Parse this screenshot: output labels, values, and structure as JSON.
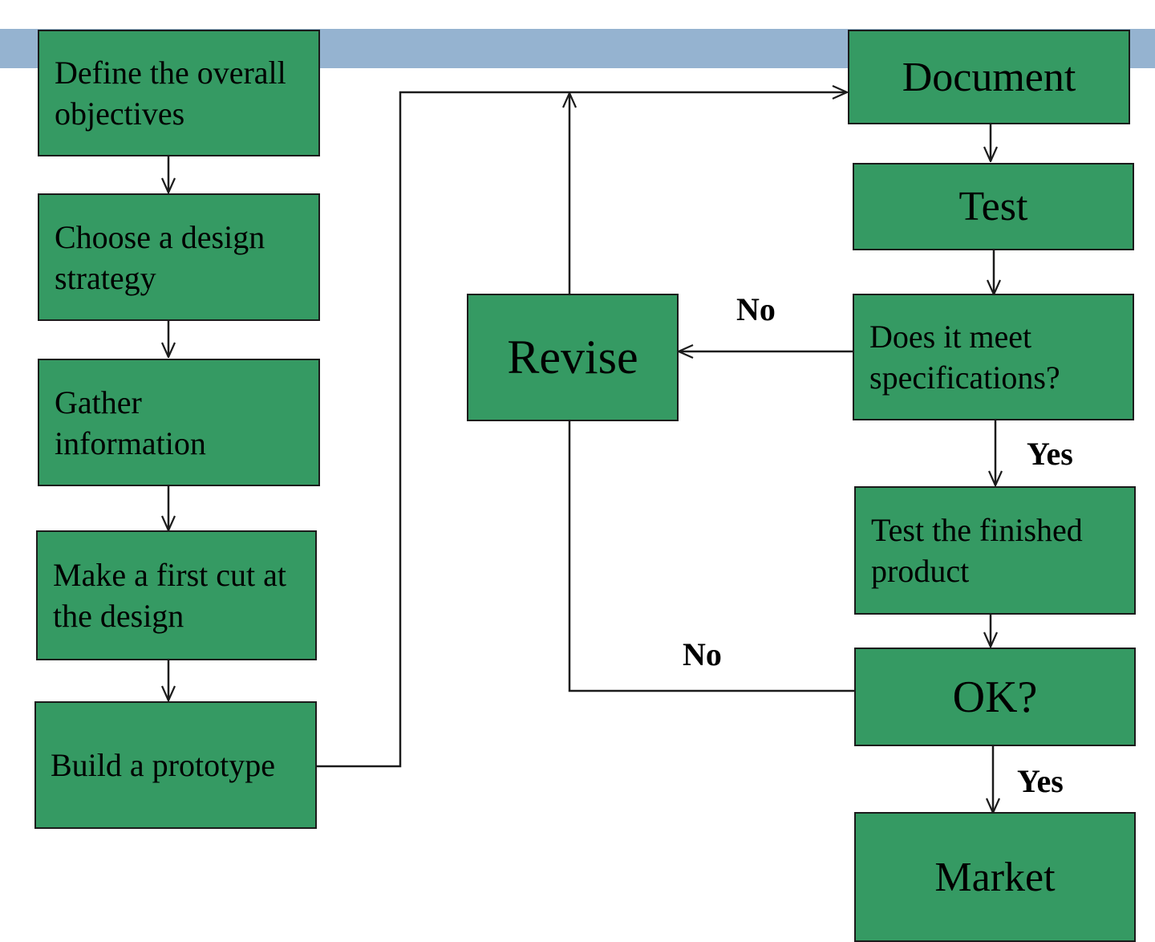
{
  "nodes": {
    "define_objectives": "Define the overall objectives",
    "choose_strategy": "Choose a design strategy",
    "gather_information": "Gather information",
    "first_cut": "Make a first cut at the design",
    "build_prototype": "Build a prototype",
    "revise": "Revise",
    "document": "Document",
    "test": "Test",
    "meet_specs": "Does it meet specifications?",
    "test_finished": "Test the finished product",
    "ok": "OK?",
    "market": "Market"
  },
  "edge_labels": {
    "specs_no": "No",
    "specs_yes": "Yes",
    "ok_no": "No",
    "ok_yes": "Yes"
  },
  "colors": {
    "box_fill": "#359a63",
    "box_border": "#1b1b1b",
    "header_band": "#95b3d0",
    "connector": "#1b1b1b"
  }
}
